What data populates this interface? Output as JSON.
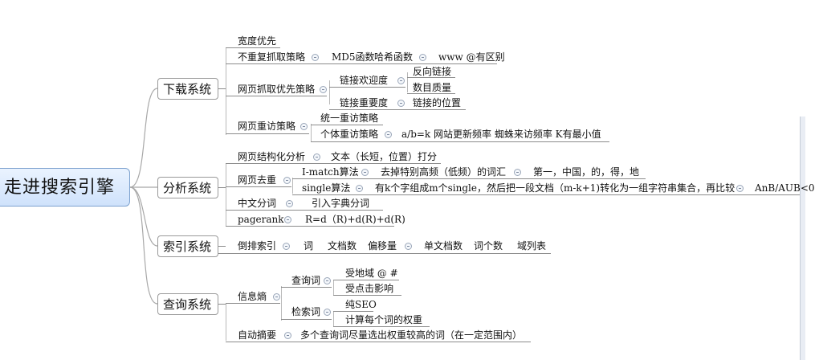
{
  "root": {
    "label": "走进搜索引擎"
  },
  "branches": {
    "download": {
      "label": "下载系统",
      "breadth_first": "宽度优先",
      "no_repeat": {
        "label": "不重复抓取策略",
        "md5": "MD5函数",
        "hash": "哈希函数",
        "www": "www @有区别"
      },
      "page_priority": {
        "label": "网页抓取优先策略",
        "popularity": {
          "label": "链接欢迎度",
          "items": [
            "反向链接",
            "数目质量"
          ]
        },
        "importance": {
          "label": "链接重要度",
          "position": "链接的位置"
        }
      },
      "revisit": {
        "label": "网页重访策略",
        "unified": "统一重访策略",
        "individual": {
          "label": "个体重访策略",
          "detail": "a/b=k 网站更新频率 蜘蛛来访频率 K有最小值"
        }
      }
    },
    "analysis": {
      "label": "分析系统",
      "structure": {
        "label": "网页结构化分析",
        "detail": "文本（长短，位置）打分"
      },
      "dedup": {
        "label": "网页去重",
        "imatch": {
          "label": "I-match算法",
          "detail": "去掉特别高频（低频）的词汇",
          "example": "第一，中国，的，得，地"
        },
        "single": {
          "label": "single算法",
          "detail": "有k个字组成m个single，然后把一段文档（m-k+1)转化为一组字符串集合，再比较",
          "formula": "AnB/AUB<0"
        }
      },
      "segmentation": {
        "label": "中文分词",
        "detail": "引入字典分词"
      },
      "pagerank": {
        "label": "pagerank",
        "formula": "R=d（R)+d(R)+d(R)"
      }
    },
    "index": {
      "label": "索引系统",
      "inverted": {
        "label": "倒排索引",
        "word": "词",
        "doc_count": "文档数",
        "offset": "偏移量",
        "single_doc": "单文档数",
        "word_count": "词个数",
        "domain_table": "域列表"
      }
    },
    "query": {
      "label": "查询系统",
      "entropy": {
        "label": "信息熵",
        "query_word": {
          "label": "查询词",
          "items": [
            "受地域  @ #",
            "受点击影响"
          ]
        },
        "search_word": {
          "label": "检索词",
          "items": [
            "纯SEO",
            "计算每个词的权重"
          ]
        }
      },
      "summary": {
        "label": "自动摘要",
        "detail": "多个查询词尽量选出权重较高的词（在一定范围内）"
      }
    }
  }
}
